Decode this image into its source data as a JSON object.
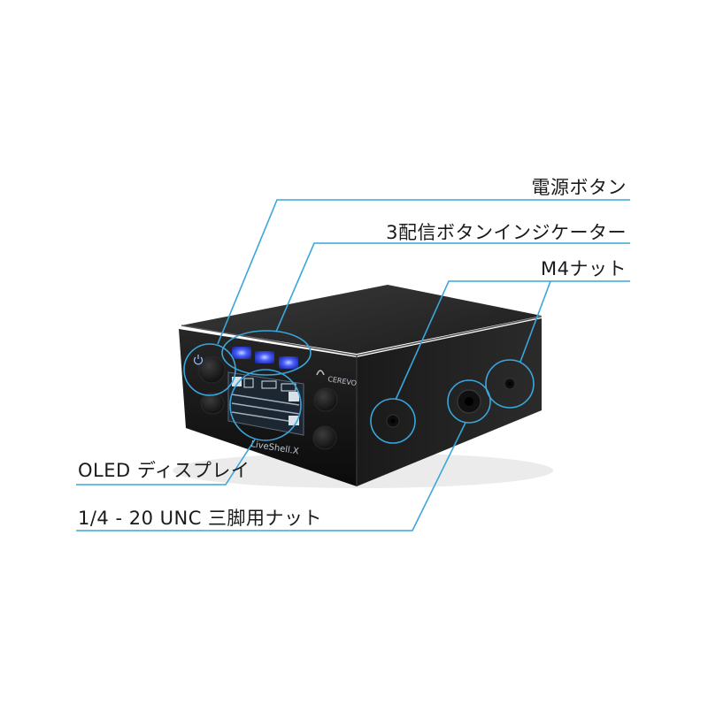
{
  "callouts": {
    "power_button": "電源ボタン",
    "indicators": "3配信ボタンインジケーター",
    "m4_nut": "M4ナット",
    "oled_display": "OLED ディスプレイ",
    "tripod_nut": "1/4 - 20 UNC 三脚用ナット"
  },
  "device": {
    "brand_logo": "CEREVO",
    "model_name": "LiveShell.X"
  },
  "colors": {
    "callout_line": "#3aa6dc",
    "body_dark": "#151515",
    "led_blue": "#3f57ff",
    "label_text": "#1a1a1a"
  }
}
